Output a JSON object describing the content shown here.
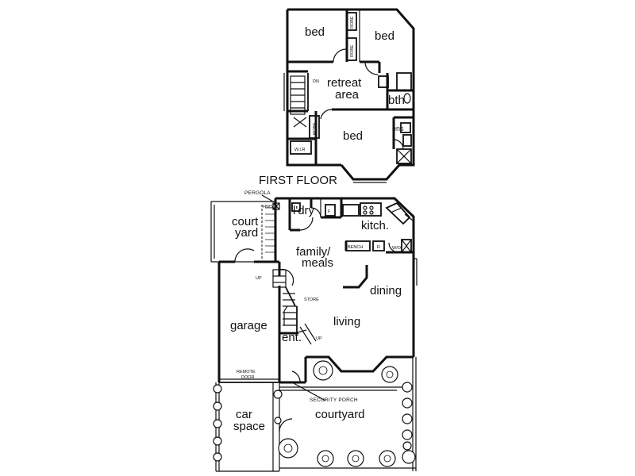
{
  "first_floor": {
    "title": "FIRST FLOOR",
    "rooms": {
      "bed_left": "bed",
      "bed_right": "bed",
      "retreat_line1": "retreat",
      "retreat_line2": "area",
      "bth": "bth",
      "bed_bottom": "bed",
      "ens": "ens",
      "wir": "W.I.R",
      "dn": "DN"
    },
    "robe_label": "ROBE"
  },
  "ground_floor": {
    "rooms": {
      "court_line1": "court",
      "court_line2": "yard",
      "ldry": "l'dry",
      "kitch": "kitch.",
      "family_line1": "family/",
      "family_line2": "meals",
      "dining": "dining",
      "living": "living",
      "garage": "garage",
      "ent": "ent.",
      "car_line1": "car",
      "car_line2": "space",
      "courtyard": "courtyard"
    },
    "labels": {
      "pergola": "PERGOLA",
      "hws": "HWS",
      "up1": "UP",
      "up2": "UP",
      "store": "STORE",
      "remote_line1": "REMOTE",
      "remote_line2": "DOOR",
      "security_porch": "SECURITY PORCH",
      "bench": "BENCH",
      "r": "R",
      "wo": "W/O",
      "f": "F"
    }
  }
}
